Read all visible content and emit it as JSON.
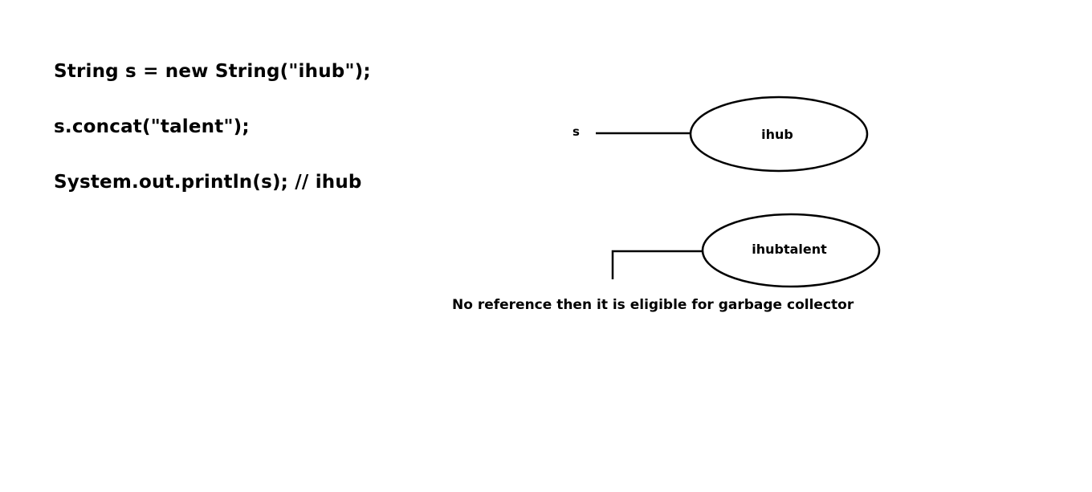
{
  "code": {
    "lines": [
      "String s = new String(\"ihub\");",
      "s.concat(\"talent\");",
      "System.out.println(s); // ihub"
    ]
  },
  "diagram": {
    "reference_label": "s",
    "object_1_label": "ihub",
    "object_2_label": "ihubtalent",
    "caption": "No reference then it is eligible for garbage collector"
  }
}
